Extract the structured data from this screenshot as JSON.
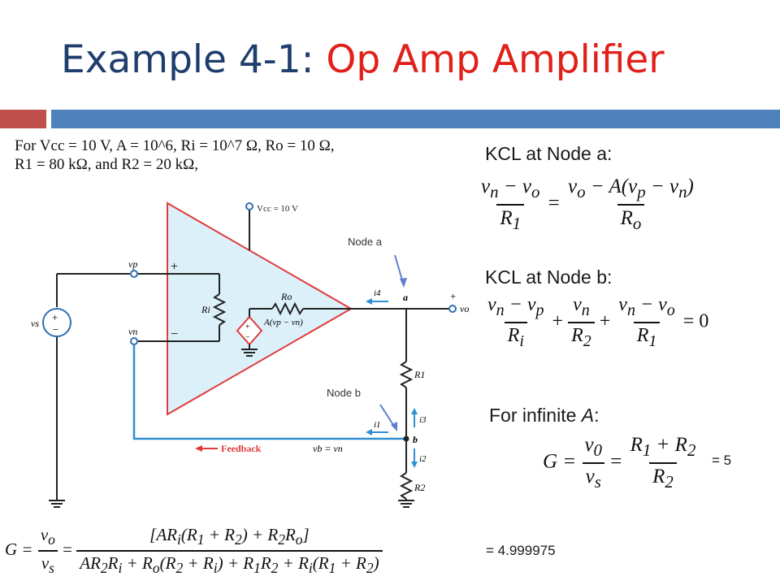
{
  "slide": {
    "title_part1": "Example 4-1: ",
    "title_part2": "Op Amp Amplifier",
    "given_line1": "For   Vcc = 10  V,   A = 10^6,   Ri = 10^7  Ω,   Ro = 10  Ω,",
    "given_line2": "R1 = 80 kΩ, and R2 = 20 kΩ,",
    "kcl_a_heading": "KCL at Node a:",
    "kcl_b_heading": "KCL at Node b:",
    "infinite_heading_text": "For infinite ",
    "infinite_heading_var": "A",
    "infinite_heading_colon": ":",
    "gain_ideal_result": "= 5",
    "gain_exact_result": "= 4.999975"
  },
  "circuit": {
    "supply_label": "Vcc = 10 V",
    "node_a_callout": "Node a",
    "node_b_callout": "Node b",
    "vp_label": "vp",
    "vn_label": "vn",
    "vs_label": "vs",
    "ri_label": "Ri",
    "ro_label": "Ro",
    "source_label": "A(vp − vn)",
    "r1_label": "R1",
    "r2_label": "R2",
    "i1_label": "i1",
    "i2_label": "i2",
    "i3_label": "i3",
    "i4_label": "i4",
    "node_a_letter": "a",
    "node_b_letter": "b",
    "vo_label": "vo",
    "feedback_label": "Feedback",
    "vb_label": "vb = vn",
    "plus_sign": "+",
    "minus_sign": "−"
  },
  "colors": {
    "title_blue": "#1f3d6d",
    "title_red": "#e0211a",
    "amp_fill": "#dcf0fa",
    "amp_outline": "#e03a3a",
    "feedback_wire": "#2f8fd0",
    "callout_arrow": "#5b7fd0"
  }
}
